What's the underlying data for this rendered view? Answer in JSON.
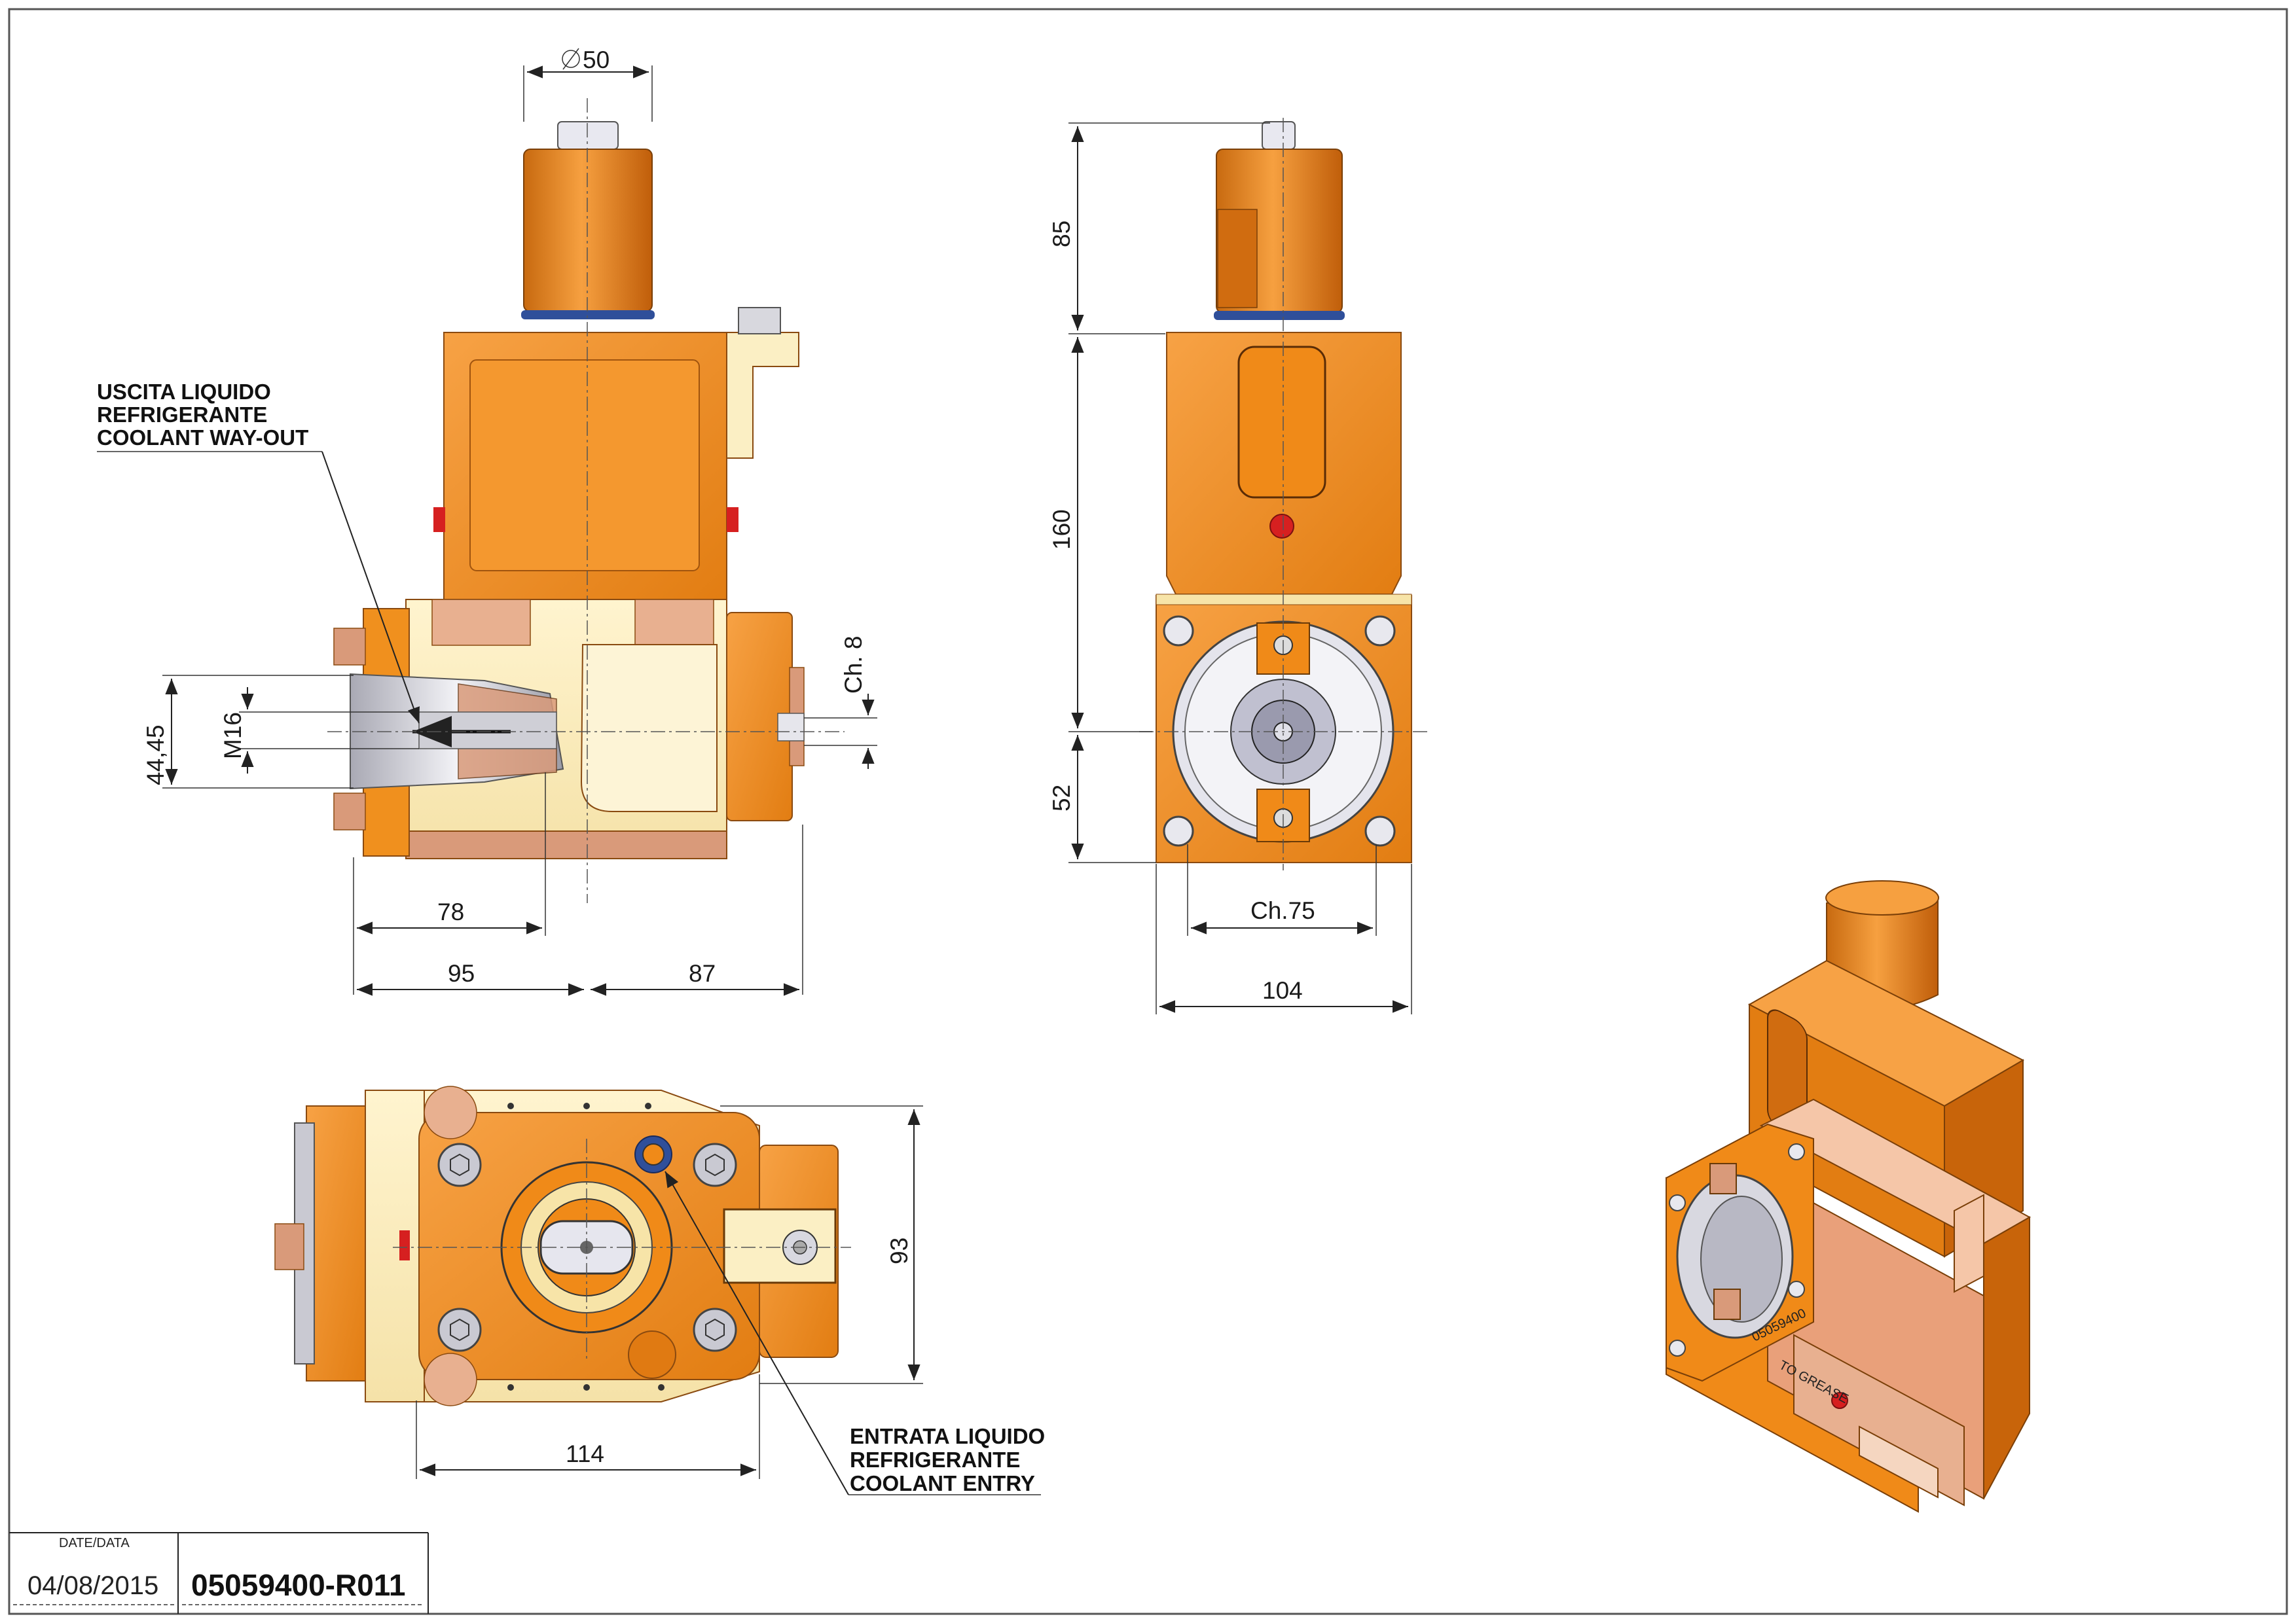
{
  "colors": {
    "orange": "#f0901e",
    "orange_dark": "#c8640a",
    "cream": "#fbefc4",
    "copper": "#d99a7a",
    "steel": "#c9c9d2",
    "blue_ring": "#2f4f9a",
    "red_plug": "#d62020"
  },
  "front_view": {
    "dim_diameter_top": "50",
    "dim_78": "78",
    "dim_95": "95",
    "dim_87": "87",
    "dim_diameter_side": "44,45",
    "dim_thread": "M16",
    "dim_wrench": "Ch. 8"
  },
  "side_view": {
    "dim_85": "85",
    "dim_160": "160",
    "dim_52": "52",
    "dim_wrench": "Ch.75",
    "dim_104": "104"
  },
  "top_view": {
    "dim_93": "93",
    "dim_114": "114"
  },
  "notes": {
    "coolant_out": [
      "USCITA LIQUIDO",
      "REFRIGERANTE",
      "COOLANT WAY-OUT"
    ],
    "coolant_in": [
      "ENTRATA LIQUIDO",
      "REFRIGERANTE",
      "COOLANT ENTRY"
    ]
  },
  "title_block": {
    "date_label": "DATE/DATA",
    "date_value": "04/08/2015",
    "drawing_code": "05059400-R011"
  },
  "iso_view": {
    "engraving_1": "TO GREASE",
    "engraving_2": "05059400"
  }
}
